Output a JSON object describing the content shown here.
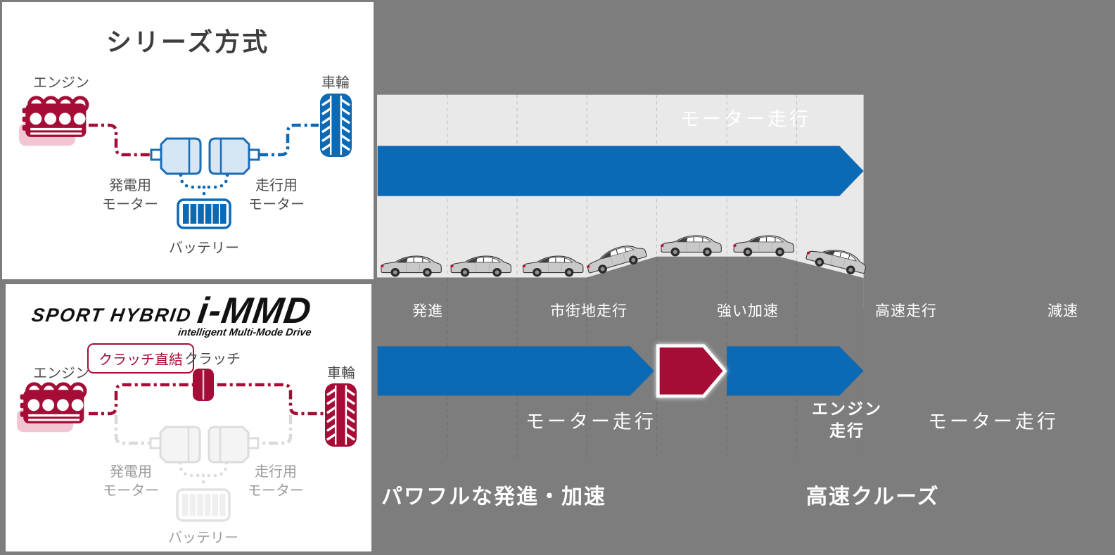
{
  "colors": {
    "accent_blue": "#0c69b4",
    "accent_crimson": "#a50d36",
    "light_background": "#e9e9e9",
    "dark_background": "#7d7d7d",
    "motor_fill_active": "#d7e6f5",
    "inactive_gray": "#dcdcdc"
  },
  "series_panel": {
    "title": "シリーズ方式",
    "labels": {
      "engine": "エンジン",
      "wheel": "車輪",
      "generator_motor": [
        "発電用",
        "モーター"
      ],
      "traction_motor": [
        "走行用",
        "モーター"
      ],
      "battery": "バッテリー"
    }
  },
  "immd_panel": {
    "logo": {
      "brand": "SPORT HYBRID",
      "model": "i-MMD",
      "subtitle": "intelligent Multi-Mode Drive"
    },
    "clutch_badge": "クラッチ直結",
    "labels": {
      "engine": "エンジン",
      "clutch": "クラッチ",
      "wheel": "車輪",
      "generator_motor": [
        "発電用",
        "モーター"
      ],
      "traction_motor": [
        "走行用",
        "モーター"
      ],
      "battery": "バッテリー"
    }
  },
  "timeline": {
    "phases": [
      {
        "label": "発進"
      },
      {
        "label": "市街地走行"
      },
      {
        "label": "強い加速"
      },
      {
        "label": "高速走行"
      },
      {
        "label": "減速"
      }
    ],
    "series_row": {
      "arrow_label": "モーター走行"
    },
    "immd_row": {
      "arrows": [
        {
          "type": "motor-drive",
          "label": "モーター走行"
        },
        {
          "type": "engine-drive",
          "label_lines": [
            "エンジン",
            "走行"
          ]
        },
        {
          "type": "motor-drive",
          "label": "モーター走行"
        }
      ],
      "captions": [
        {
          "text": "パワフルな発進・加速"
        },
        {
          "text": "高速クルーズ"
        }
      ]
    }
  }
}
